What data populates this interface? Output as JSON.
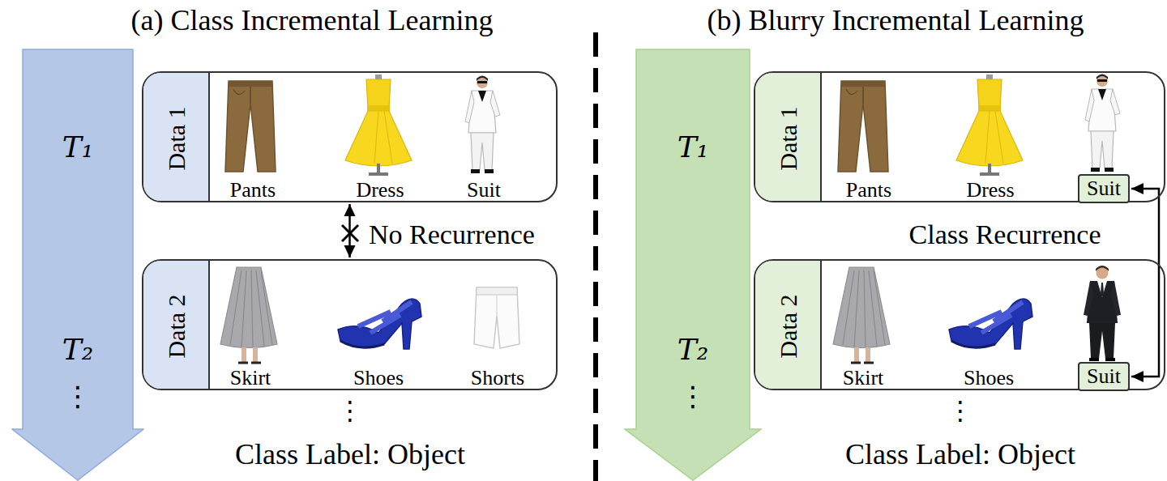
{
  "diagram": {
    "nodes": [
      {
        "text": [
          "T₁",
          "T₂",
          "⋮"
        ]
      },
      {
        "text": [
          "Data 1",
          "Pants",
          "Dress",
          "Suit"
        ]
      },
      {
        "text": [
          "Data 2",
          "Skirt",
          "Shoes",
          "Shorts"
        ]
      },
      {
        "text": [
          "T₁",
          "T₂",
          "⋮"
        ]
      },
      {
        "text": [
          "Data 1",
          "Pants",
          "Dress"
        ]
      },
      {
        "text": [
          "Suit"
        ],
        "in": 4
      },
      {
        "text": [
          "Data 2",
          "Skirt",
          "Shoes"
        ]
      },
      {
        "text": [
          "Suit"
        ],
        "in": 6
      }
    ],
    "edges": [
      {
        "from": 1,
        "to": 2,
        "arrow": "both",
        "label": "No Recurrence"
      },
      {
        "from": 7,
        "to": 5,
        "arrow": "both",
        "label": "Class Recurrence"
      }
    ],
    "labels": [
      "(a) Class Incremental Learning",
      "⋮",
      "Class Label: Object",
      "(b) Blurry Incremental Learning",
      "⋮",
      "Class Label: Object"
    ]
  }
}
